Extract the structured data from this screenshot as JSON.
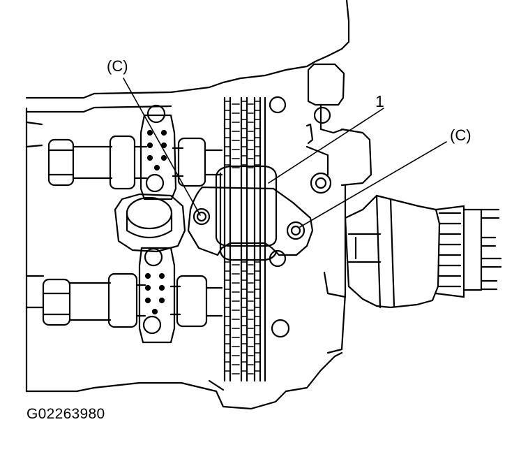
{
  "figure": {
    "id_code": "G02263980"
  },
  "callouts": {
    "c_left": "(C)",
    "one": "1",
    "c_right": "(C)"
  },
  "colors": {
    "ink": "#000000",
    "paper": "#ffffff"
  }
}
